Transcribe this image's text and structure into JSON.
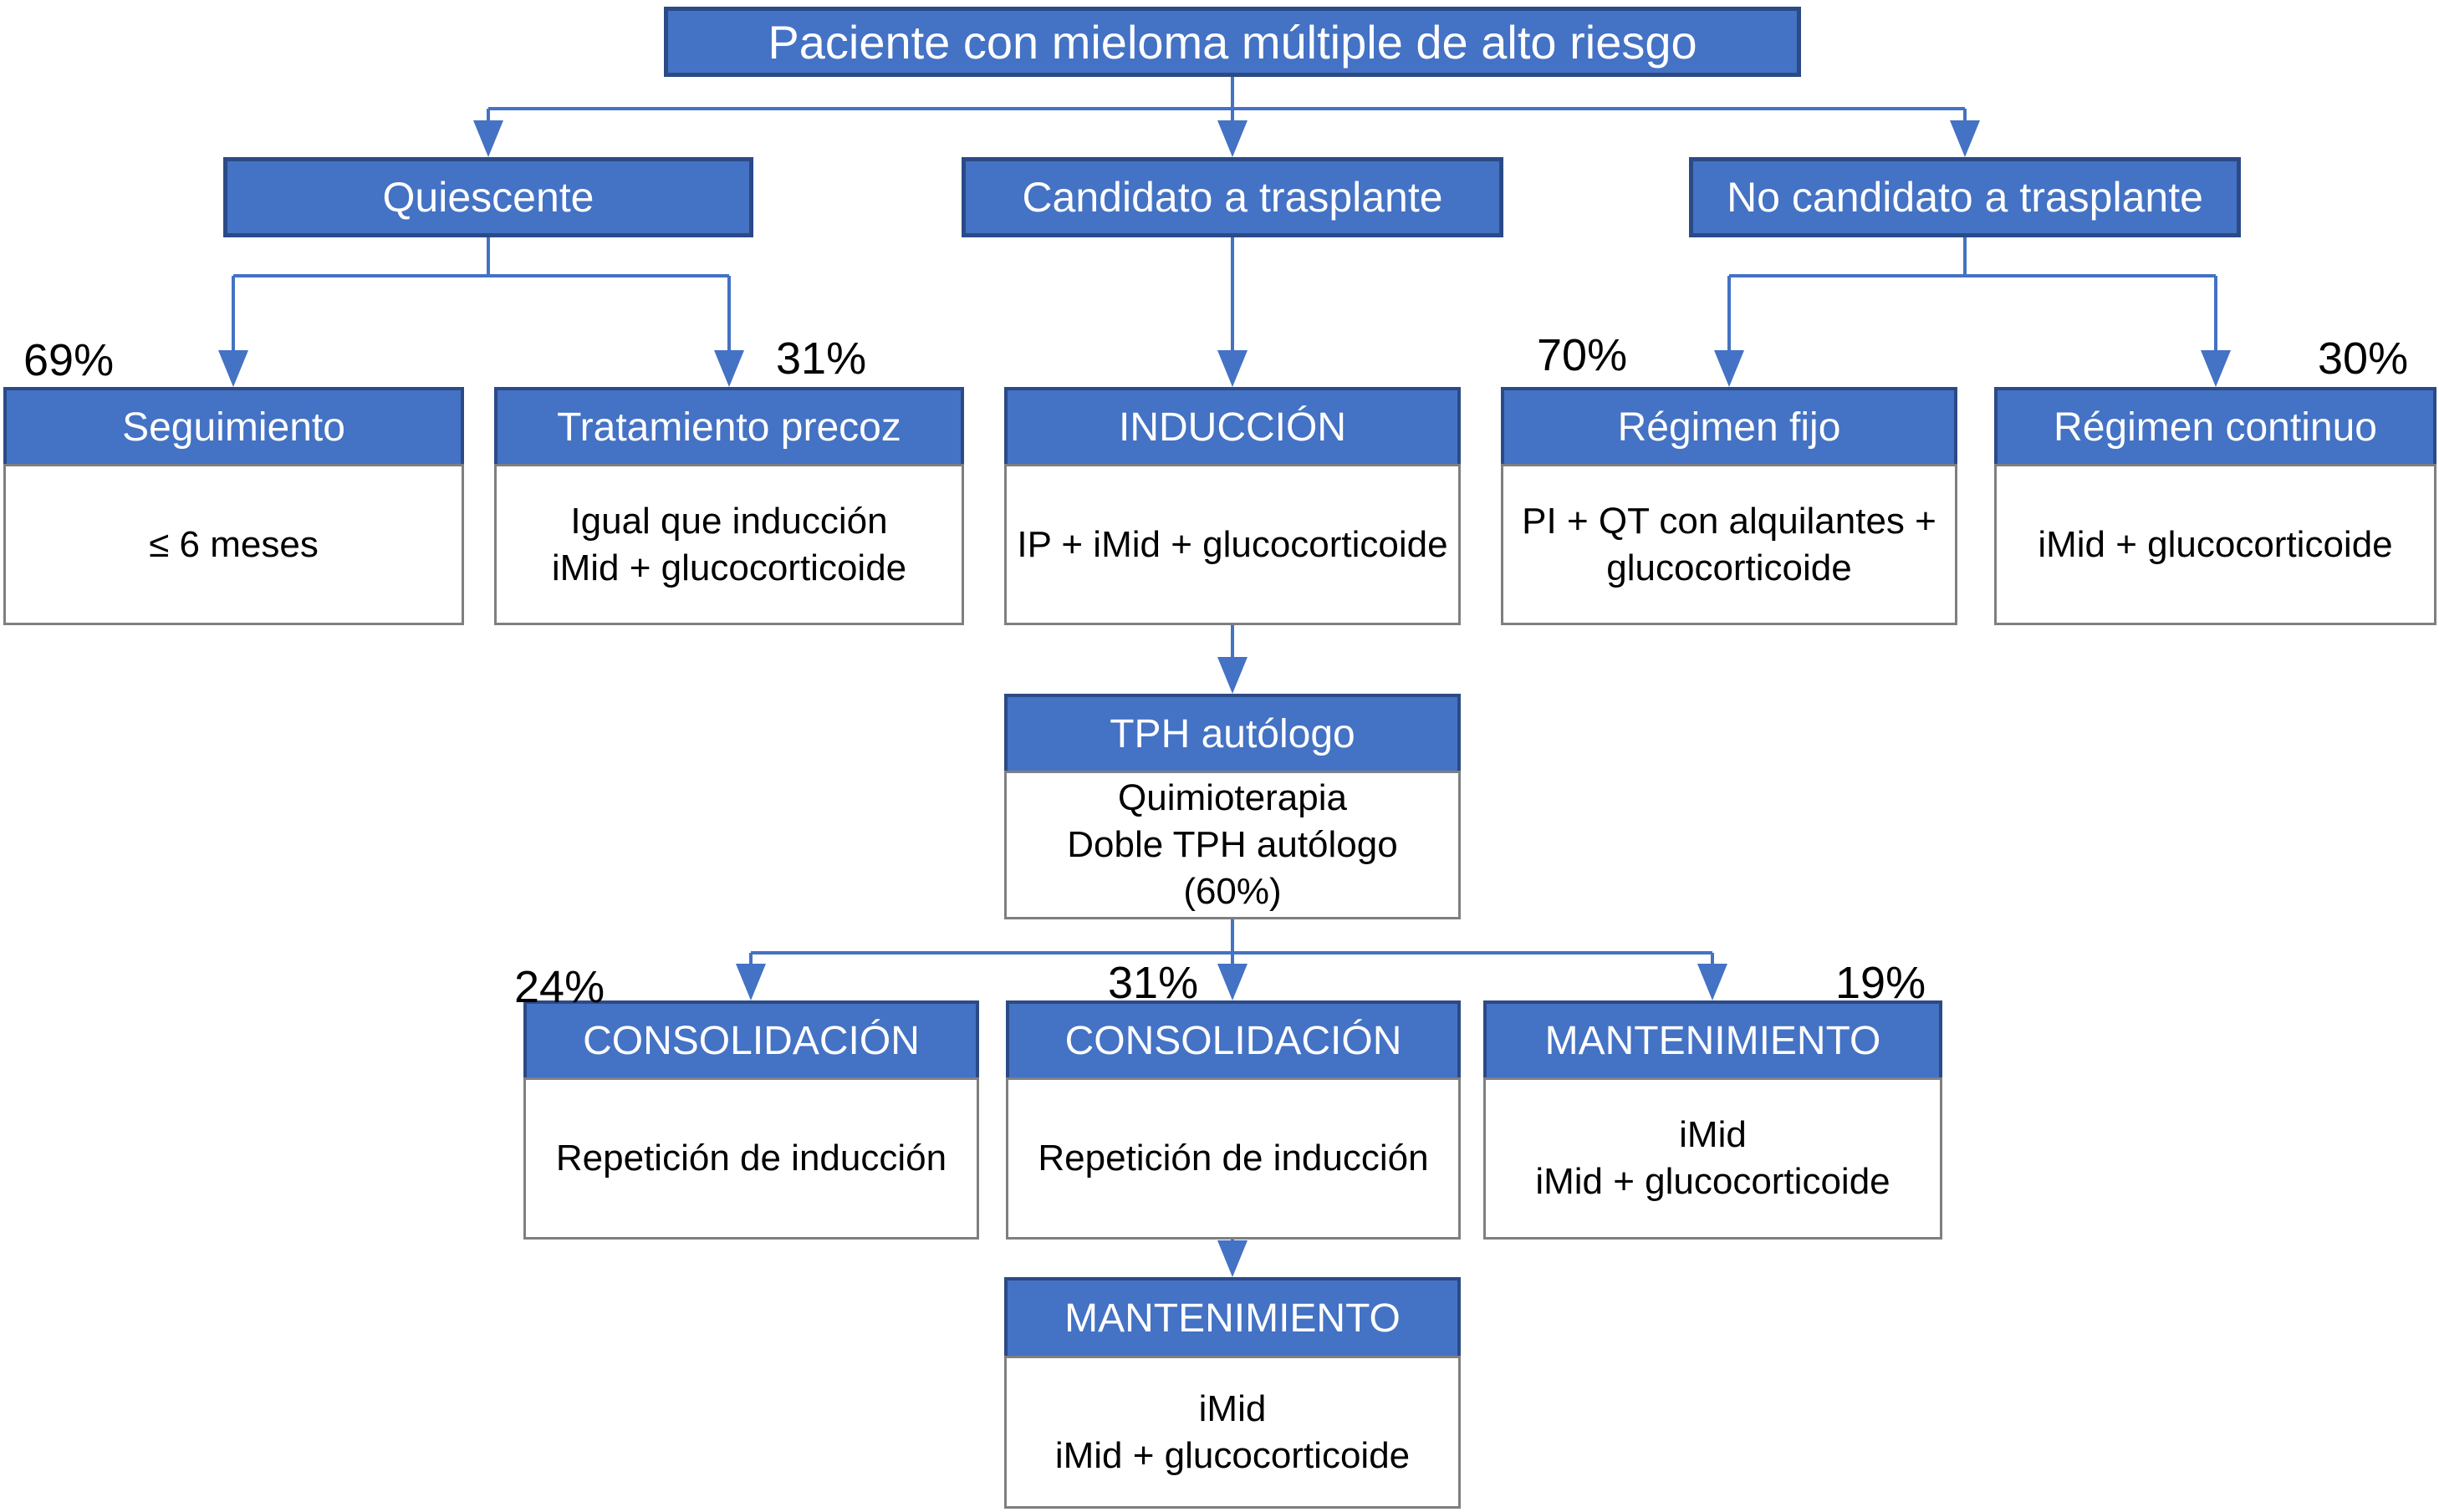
{
  "diagram_title": "Paciente con mieloma múltiple de alto riesgo",
  "colors": {
    "node_fill": "#4472c4",
    "node_border": "#2b4a86",
    "body_border": "#7f7f7f",
    "connector": "#4472c4",
    "header_text": "#ffffff",
    "body_text": "#000000"
  },
  "nodes": {
    "root": {
      "label": "Paciente con mieloma múltiple de alto riesgo"
    },
    "quiescente": {
      "label": "Quiescente"
    },
    "candidato": {
      "label": "Candidato a trasplante"
    },
    "no_candidato": {
      "label": "No candidato a trasplante"
    },
    "seguimiento": {
      "percent": "69%",
      "title": "Seguimiento",
      "lines": [
        "≤ 6 meses"
      ]
    },
    "tratamiento_precoz": {
      "percent": "31%",
      "title": "Tratamiento precoz",
      "lines": [
        "Igual que inducción",
        "iMid + glucocorticoide"
      ]
    },
    "induccion": {
      "title": "INDUCCIÓN",
      "lines": [
        "IP + iMid + glucocorticoide"
      ]
    },
    "regimen_fijo": {
      "percent": "70%",
      "title": "Régimen fijo",
      "lines": [
        "PI + QT con alquilantes +",
        "glucocorticoide"
      ]
    },
    "regimen_continuo": {
      "percent": "30%",
      "title": "Régimen continuo",
      "lines": [
        "iMid + glucocorticoide"
      ]
    },
    "tph_autologo": {
      "title": "TPH autólogo",
      "lines": [
        "Quimioterapia",
        "Doble TPH autólogo",
        "(60%)"
      ]
    },
    "consolidacion_izq": {
      "percent": "24%",
      "title": "CONSOLIDACIÓN",
      "lines": [
        "Repetición de inducción"
      ]
    },
    "consolidacion_centro": {
      "percent": "31%",
      "title": "CONSOLIDACIÓN",
      "lines": [
        "Repetición de inducción"
      ]
    },
    "mantenimiento_der": {
      "percent": "19%",
      "title": "MANTENIMIENTO",
      "lines": [
        "iMid",
        "iMid + glucocorticoide"
      ]
    },
    "mantenimiento_final": {
      "title": "MANTENIMIENTO",
      "lines": [
        "iMid",
        "iMid + glucocorticoide"
      ]
    }
  }
}
